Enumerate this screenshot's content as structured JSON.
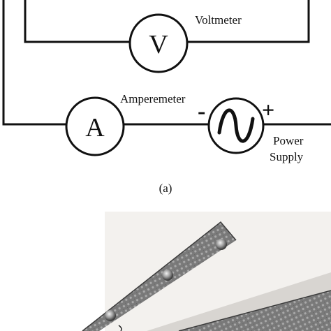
{
  "diagram": {
    "voltmeter": {
      "symbol": "V",
      "label": "Voltmeter"
    },
    "ammeter": {
      "symbol": "A",
      "label": "Amperemeter"
    },
    "power_supply": {
      "minus": "-",
      "plus": "+",
      "label_line1": "Power",
      "label_line2": "Supply"
    },
    "caption": "(a)"
  },
  "colors": {
    "wire": "#111111",
    "background": "#ffffff",
    "photo_background": "#f3f1ee",
    "metal": "#6f6f6f"
  }
}
